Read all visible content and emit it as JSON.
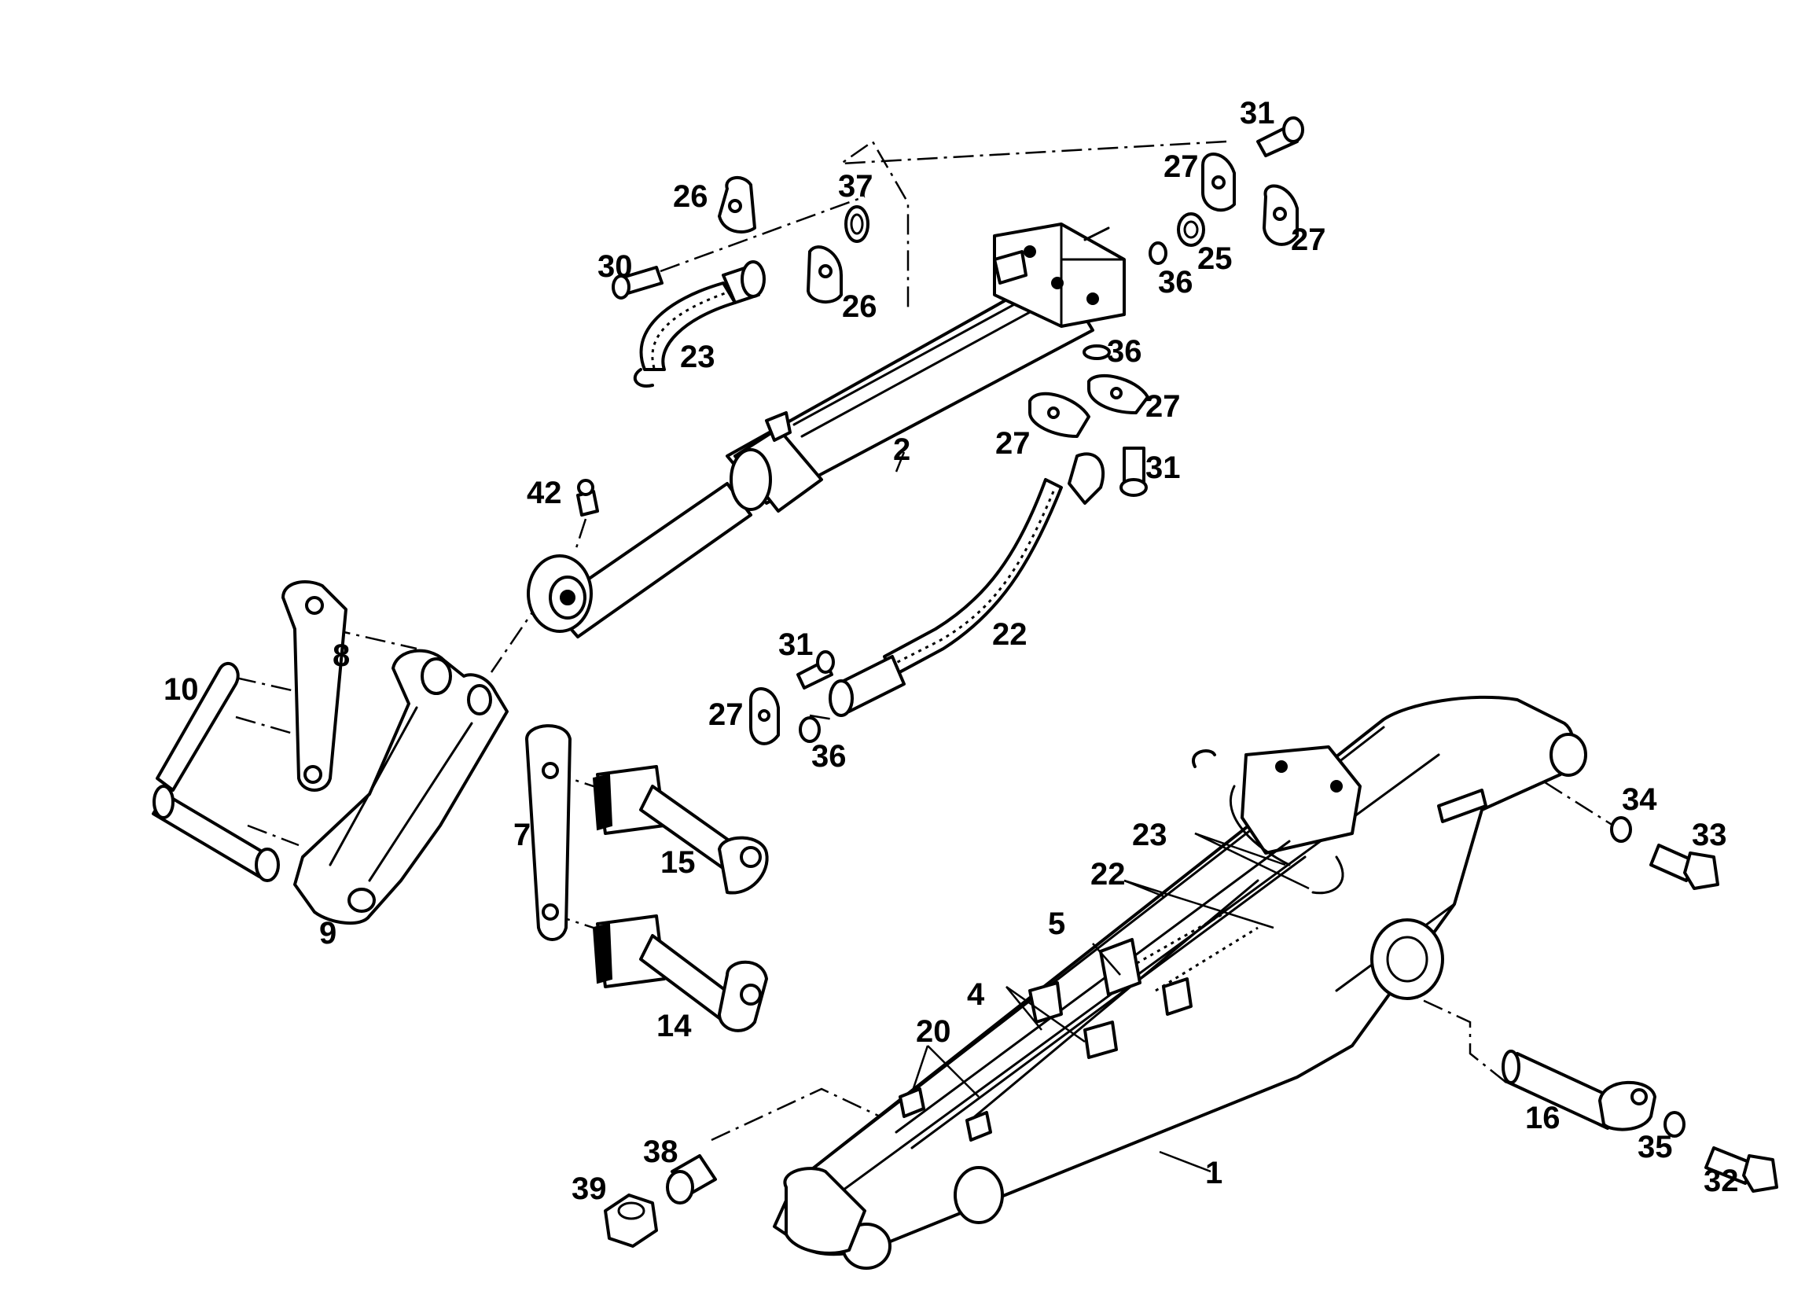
{
  "labels": {
    "l1": "1",
    "l2": "2",
    "l4": "4",
    "l5": "5",
    "l7": "7",
    "l8": "8",
    "l9": "9",
    "l10": "10",
    "l14": "14",
    "l15": "15",
    "l16": "16",
    "l20": "20",
    "l22a": "22",
    "l22b": "22",
    "l23a": "23",
    "l23b": "23",
    "l25": "25",
    "l26a": "26",
    "l26b": "26",
    "l27a": "27",
    "l27b": "27",
    "l27c": "27",
    "l27d": "27",
    "l27e": "27",
    "l30": "30",
    "l31a": "31",
    "l31b": "31",
    "l31c": "31",
    "l32": "32",
    "l33": "33",
    "l34": "34",
    "l35": "35",
    "l36a": "36",
    "l36b": "36",
    "l36c": "36",
    "l37": "37",
    "l38": "38",
    "l39": "39",
    "l42": "42"
  }
}
